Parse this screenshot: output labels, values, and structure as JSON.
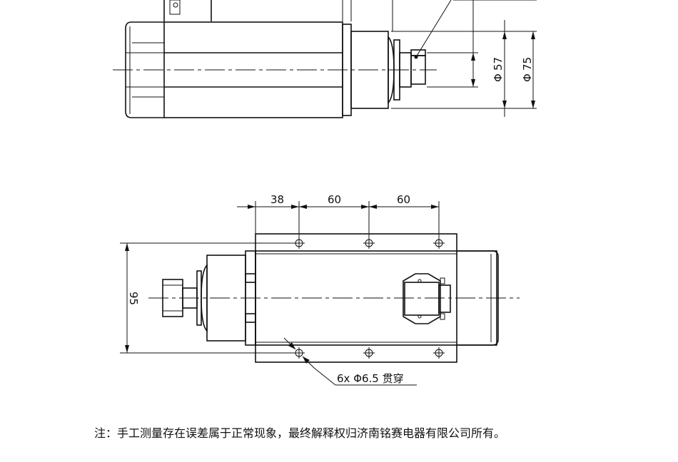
{
  "top_view": {
    "dim_inner": "57",
    "dim_outer": "75",
    "dia_symbol": "Φ"
  },
  "bottom_view": {
    "dim_a": "38",
    "dim_b": "60",
    "dim_c": "60",
    "dim_height": "95",
    "hole_callout": "6x Φ6.5 贯穿"
  },
  "footer": {
    "note": "注：手工测量存在误差属于正常现象，最终解释权归济南铭赛电器有限公司所有。"
  }
}
